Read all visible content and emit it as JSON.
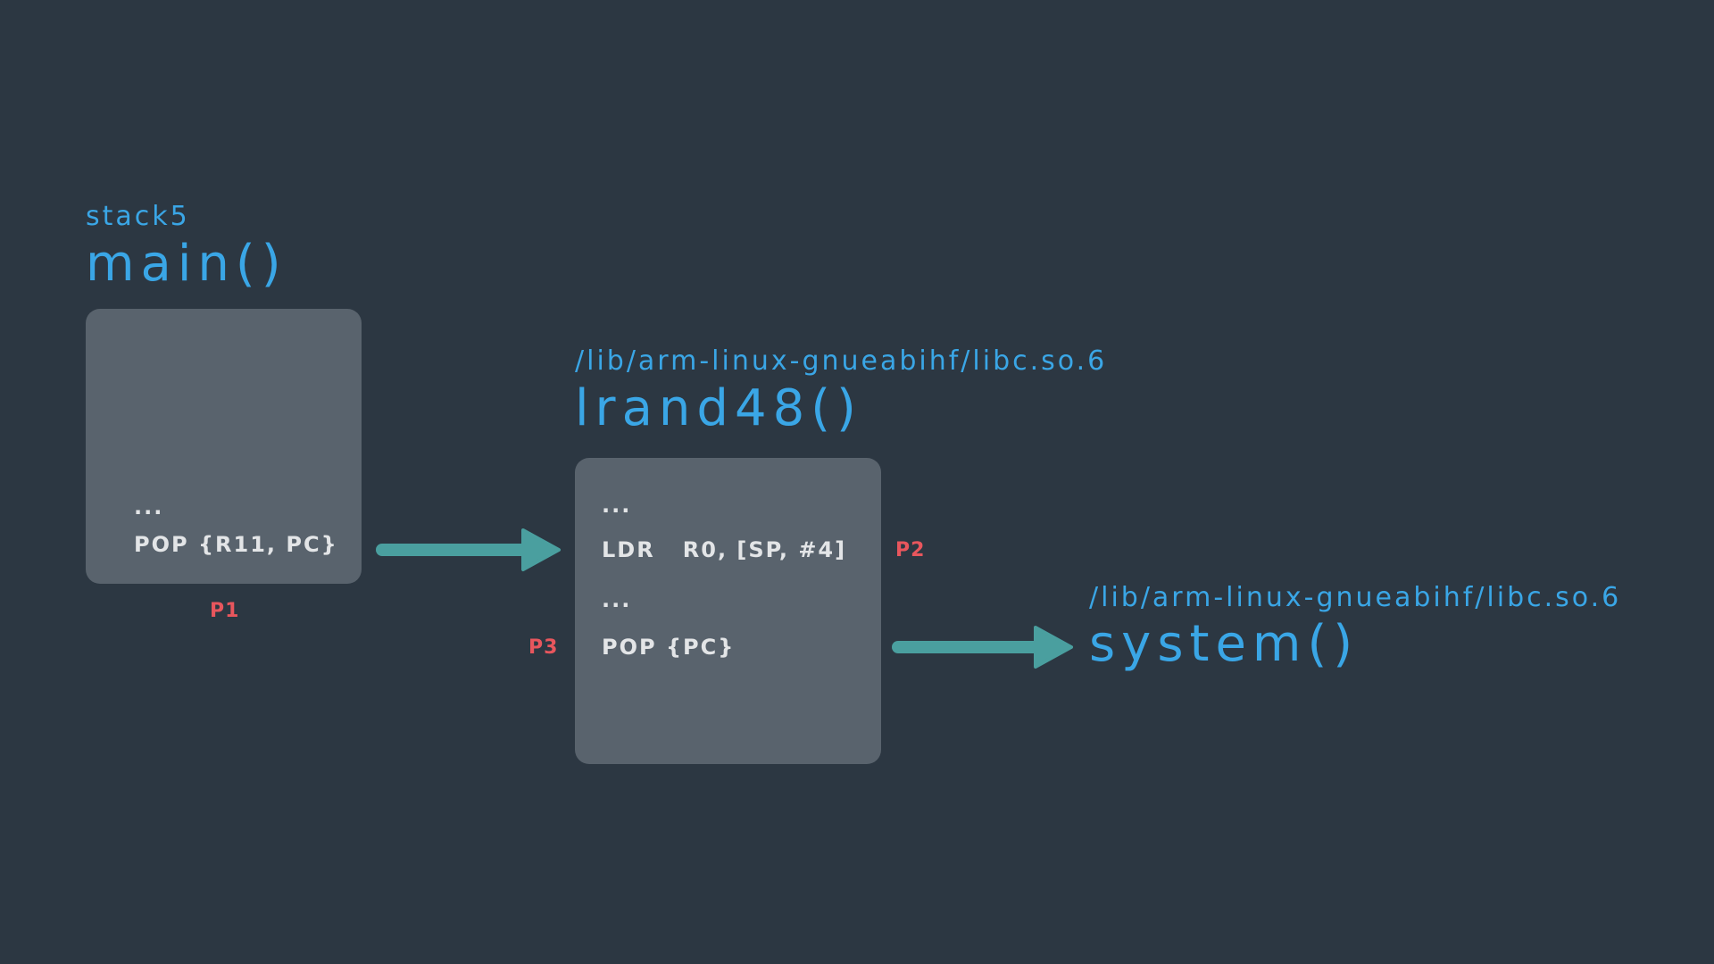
{
  "colors": {
    "background": "#2c3742",
    "title_blue": "#3aa6e6",
    "box_gray": "#59636d",
    "code_text": "#e3e5e7",
    "marker_red": "#e8565d",
    "arrow_teal": "#4a9f9f"
  },
  "main_block": {
    "library": "stack5",
    "function": "main()",
    "code": {
      "ellipsis": "...",
      "pop": "POP {R11, PC}"
    },
    "marker": "P1"
  },
  "lrand_block": {
    "library": "/lib/arm-linux-gnueabihf/libc.so.6",
    "function": "lrand48()",
    "code": {
      "ellipsis_top": "...",
      "ldr": "LDR   R0, [SP, #4]",
      "ellipsis_mid": "...",
      "pop": "POP {PC}"
    },
    "marker_ldr": "P2",
    "marker_pop": "P3"
  },
  "system_block": {
    "library": "/lib/arm-linux-gnueabihf/libc.so.6",
    "function": "system()"
  }
}
